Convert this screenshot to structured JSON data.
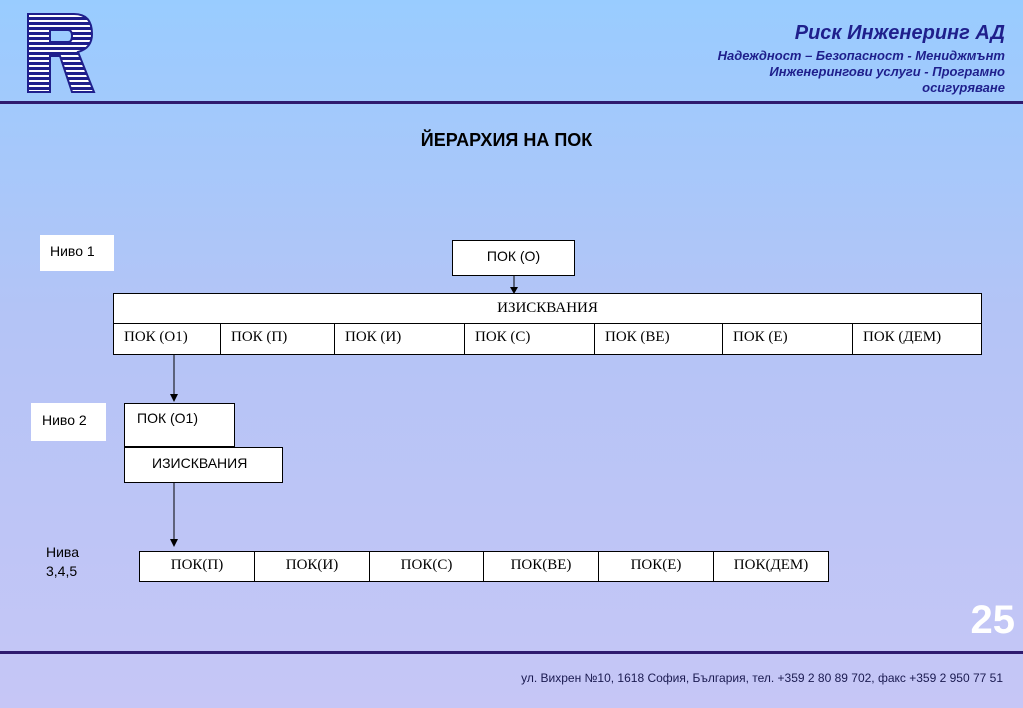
{
  "header": {
    "company": "Риск Инженеринг АД",
    "tagline_line1": "Надеждност – Безопасност - Мениджмънт",
    "tagline_line2": "Инженерингови услуги - Програмно",
    "tagline_line3": "осигуряване"
  },
  "title": "ЙЕРАРХИЯ НА ПОК",
  "level1": {
    "label": "Ниво 1",
    "top_box": "ПОК (О)",
    "requirements": "ИЗИСКВАНИЯ",
    "cells": [
      "ПОК (О1)",
      "ПОК (П)",
      "ПОК (И)",
      "ПОК (С)",
      "ПОК (ВЕ)",
      "ПОК (Е)",
      "ПОК (ДЕМ)"
    ]
  },
  "level2": {
    "label": "Ниво 2",
    "box": "ПОК (О1)",
    "requirements": "ИЗИСКВАНИЯ"
  },
  "level345": {
    "label_line1": "Нива",
    "label_line2": "3,4,5",
    "cells": [
      "ПОК(П)",
      "ПОК(И)",
      "ПОК(С)",
      "ПОК(ВЕ)",
      "ПОК(Е)",
      "ПОК(ДЕМ)"
    ]
  },
  "page_number": "25",
  "footer": "ул. Вихрен №10, 1618 София, България, тел. +359 2 80 89 702, факс +359 2 950 77 51",
  "colors": {
    "header_text": "#1f1f8c",
    "rule": "#2e1a6e"
  }
}
